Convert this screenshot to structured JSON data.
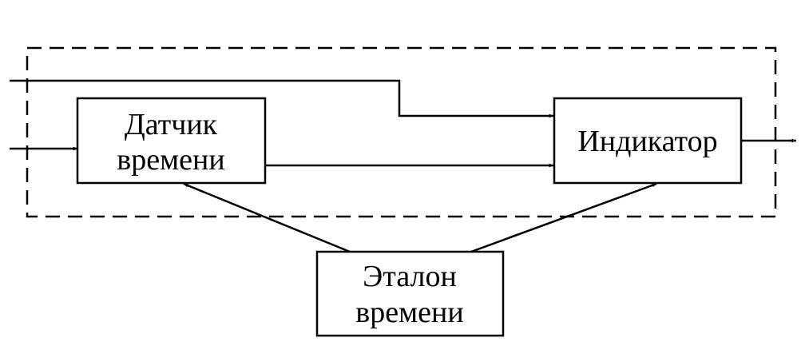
{
  "blocks": {
    "sensor": {
      "line1": "Датчик",
      "line2": "времени"
    },
    "indicator": {
      "label": "Индикатор"
    },
    "standard": {
      "line1": "Эталон",
      "line2": "времени"
    }
  },
  "colors": {
    "stroke": "#000000",
    "background": "#ffffff"
  }
}
